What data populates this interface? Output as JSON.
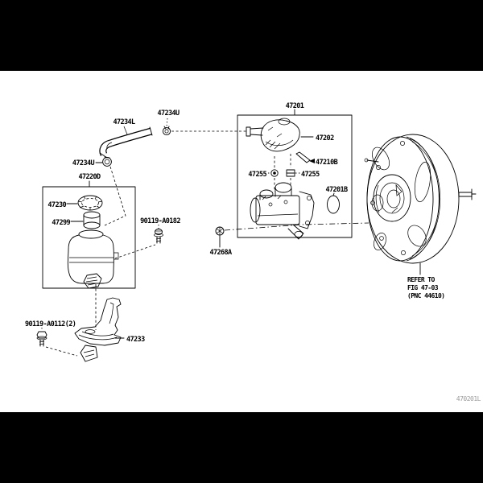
{
  "figure": {
    "code": "470201L",
    "note": {
      "line1": "REFER TO",
      "line2": "FIG 47-03",
      "line3": "(PNC 44610)"
    },
    "colors": {
      "line": "#000000",
      "background": "#ffffff",
      "letterbox": "#000000",
      "code_text": "#9b9b9b"
    },
    "parts": {
      "hose_clamp_upper": "47234U",
      "hose": "47234L",
      "hose_clamp_lower": "47234U",
      "reservoir_sub_assembly": "47220D",
      "reservoir_cap": "47230",
      "reservoir_strainer": "47299",
      "bolt_reservoir": "90119-A0182",
      "master_cylinder_assembly": "47201",
      "mc_reservoir_tank": "47202",
      "mc_pin": "47210B",
      "grommet_left": "47255",
      "grommet_right": "47255",
      "mc_o_ring": "47201B",
      "union_nut": "47268A",
      "reservoir_bracket": "47233",
      "bolt_bracket": "90119-A0112(2)"
    }
  }
}
